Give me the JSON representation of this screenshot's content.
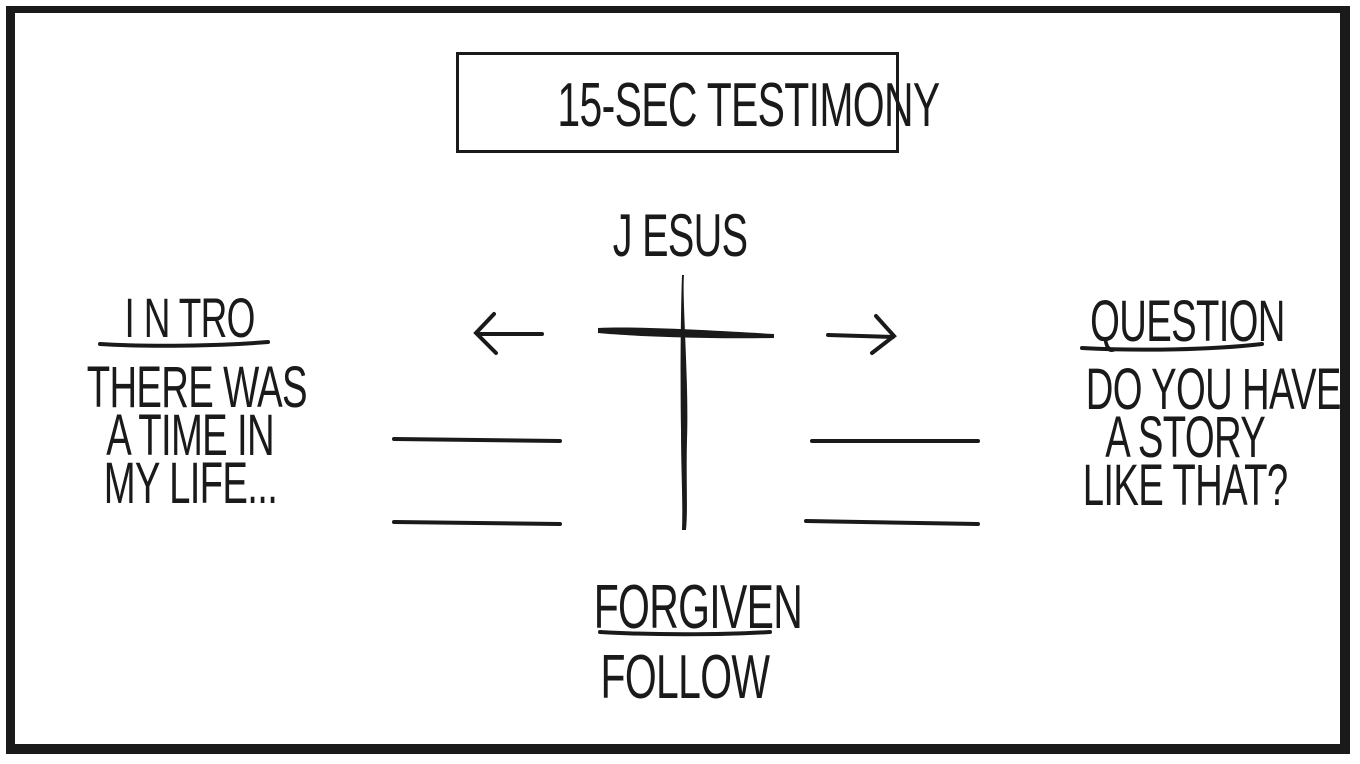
{
  "title": "15-SEC TESTIMONY",
  "center": {
    "top_label": "J ESUS",
    "bottom_label_1": "FORGIVEN",
    "bottom_label_2": "FOLLOW"
  },
  "left_section": {
    "label": "I N TRO",
    "line_1": "THERE WAS",
    "line_2": "A TIME IN",
    "line_3": "MY LIFE..."
  },
  "right_section": {
    "label": "QUESTION",
    "line_1": "DO YOU HAVE",
    "line_2": "A STORY",
    "line_3": "LIKE THAT?"
  },
  "colors": {
    "ink": "#1a1a1a",
    "background": "#ffffff"
  }
}
